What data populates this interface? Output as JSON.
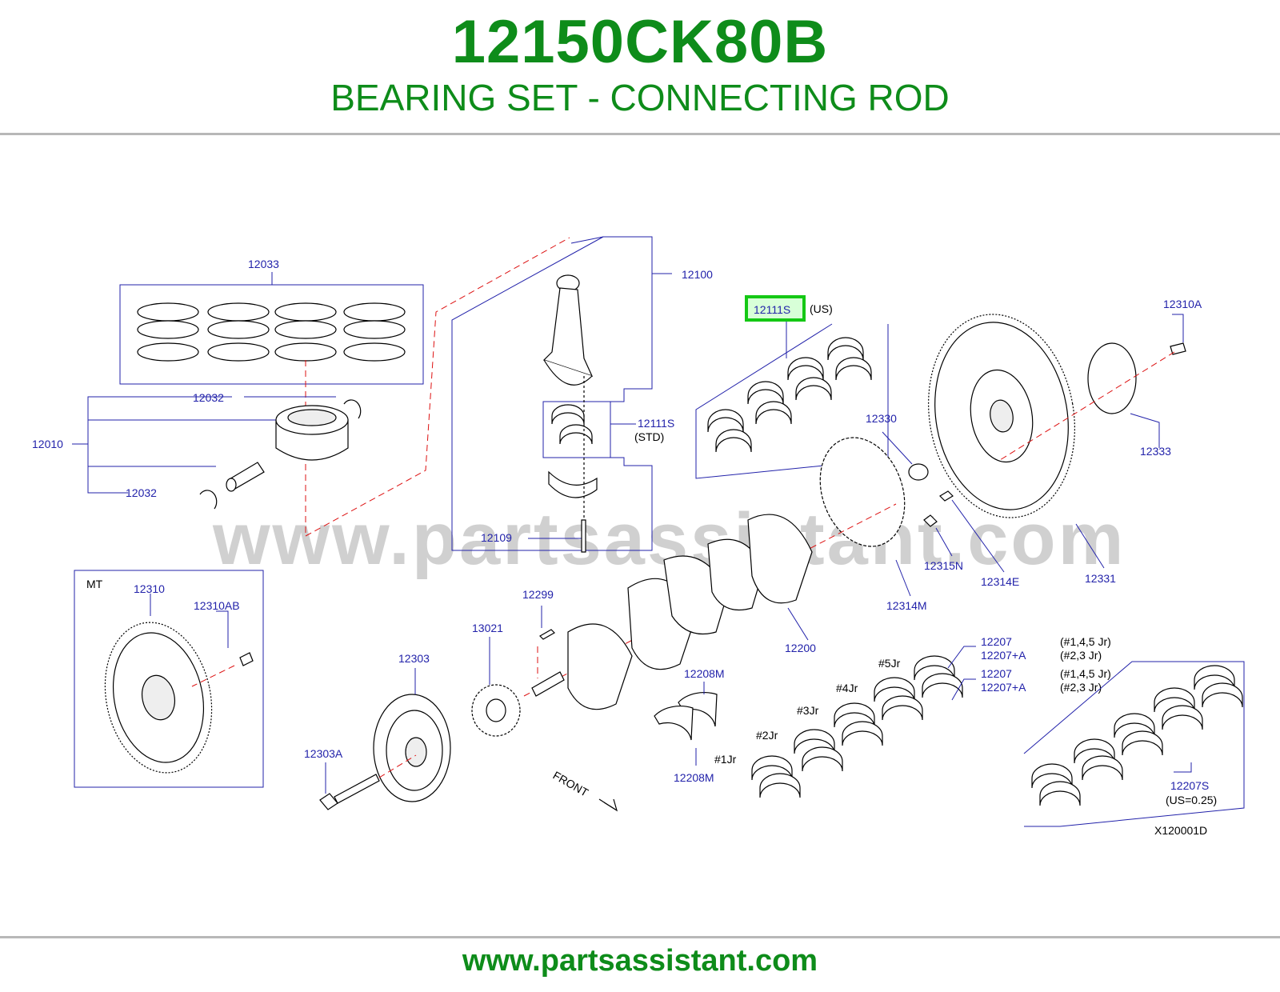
{
  "header": {
    "part_number": "12150CK80B",
    "description": "BEARING SET - CONNECTING ROD"
  },
  "footer": {
    "site": "www.partsassistant.com"
  },
  "watermark": "www.partsassistant.com",
  "colors": {
    "brand_green": "#0e8c1a",
    "label_blue": "#2222aa",
    "highlight_green": "#14c814",
    "dash_red": "#dd1111"
  },
  "diagram": {
    "labels": {
      "p12033": "12033",
      "p12032_top": "12032",
      "p12010": "12010",
      "p12032_bottom": "12032",
      "p12100": "12100",
      "p12111S_us": "12111S",
      "us": "(US)",
      "p12111S_std": "12111S",
      "std": "(STD)",
      "p12109": "12109",
      "p12310A": "12310A",
      "p12330": "12330",
      "p12333": "12333",
      "p12315N": "12315N",
      "p12314E": "12314E",
      "p12331": "12331",
      "p12314M": "12314M",
      "mt": "MT",
      "p12310": "12310",
      "p12310AB": "12310AB",
      "p12299": "12299",
      "p13021": "13021",
      "p12303": "12303",
      "p12303A": "12303A",
      "p12200": "12200",
      "p12208M_top": "12208M",
      "p12208M_bottom": "12208M",
      "p12207_a": "12207",
      "p12207A_a": "12207+A",
      "p12207_b": "12207",
      "p12207A_b": "12207+A",
      "jr145_a": "(#1,4,5   Jr)",
      "jr23_a": "(#2,3    Jr)",
      "jr145_b": "(#1,4,5   Jr)",
      "jr23_b": "(#2,3    Jr)",
      "j5": "#5Jr",
      "j4": "#4Jr",
      "j3": "#3Jr",
      "j2": "#2Jr",
      "j1": "#1Jr",
      "front": "FRONT",
      "p12207S": "12207S",
      "us025": "(US=0.25)",
      "code": "X120001D"
    }
  }
}
